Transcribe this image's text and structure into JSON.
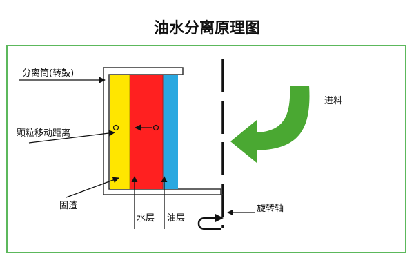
{
  "title": "油水分离原理图",
  "labels": {
    "drum": "分离筒(转鼓)",
    "particle_move": "颗粒移动距离",
    "solids": "固渣",
    "water_layer": "水层",
    "oil_layer": "油层",
    "feed": "进料",
    "shaft": "旋转轴"
  },
  "colors": {
    "frame": "#5cb85c",
    "yellow_layer": "#ffe600",
    "red_layer": "#ff2020",
    "blue_layer": "#2aa8e0",
    "feed_arrow": "#4aa832",
    "line": "#111111"
  },
  "icons": {
    "feed": "curved-arrow-left-icon",
    "return": "u-turn-arrow-icon"
  }
}
